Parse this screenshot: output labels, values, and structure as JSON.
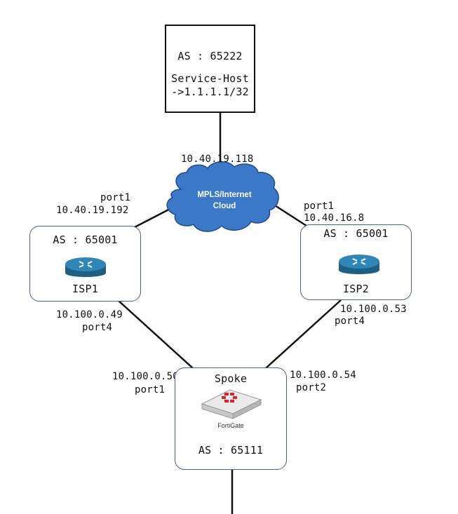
{
  "service_host": {
    "as_label": "AS : 65222",
    "title": "Service-Host",
    "prefix": "->1.1.1.1/32"
  },
  "cloud": {
    "label_line1": "MPLS/Internet",
    "label_line2": "Cloud",
    "ip": "10.40.19.118",
    "fill": "#3b78c7"
  },
  "isp1": {
    "as_label": "AS : 65001",
    "name": "ISP1",
    "wan_port": "port1",
    "wan_ip": "10.40.19.192",
    "lan_ip": "10.100.0.49",
    "lan_port": "port4",
    "icon": "router-icon"
  },
  "isp2": {
    "as_label": "AS : 65001",
    "name": "ISP2",
    "wan_port": "port1",
    "wan_ip": "10.40.16.8",
    "lan_ip": "10.100.0.53",
    "lan_port": "port4",
    "icon": "router-icon"
  },
  "spoke": {
    "title": "Spoke",
    "device": "FortiGate",
    "as_label": "AS : 65111",
    "port1_ip": "10.100.0.50",
    "port1": "port1",
    "port2_ip": "10.100.0.54",
    "port2": "port2",
    "icon": "fortigate-firewall-icon",
    "brand_color": "#d6252e"
  }
}
